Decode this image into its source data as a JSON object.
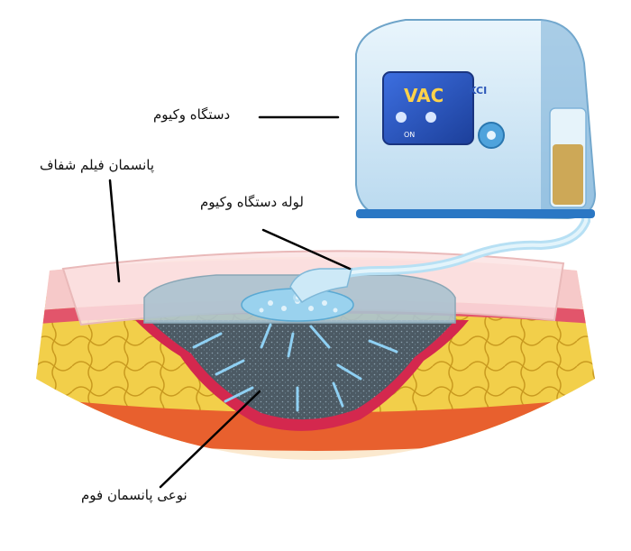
{
  "labels": {
    "device": "دستگاه وکیوم",
    "film": "پانسمان فیلم شفاف",
    "tube": "لوله دستگاه وکیوم",
    "foam": "نوعی پانسمان فوم"
  },
  "device": {
    "screen_title": "VAC",
    "brand": "KCI",
    "screen_on": "ON"
  },
  "colors": {
    "device_body": "#cfe6f6",
    "device_screen": "#2c58c8",
    "skin": "#f6c9c9",
    "fat": "#f2cf4a",
    "muscle": "#e8602e",
    "wound_edge": "#d4284e",
    "foam": "#4c5a64",
    "film": "#fbe3e3",
    "canister": "#c89a3a"
  }
}
